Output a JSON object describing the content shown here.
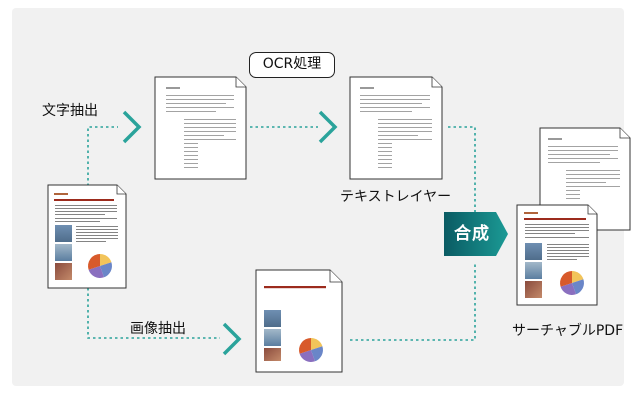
{
  "labels": {
    "text_extraction": "文字抽出",
    "ocr_processing": "OCR処理",
    "text_layer": "テキストレイヤー",
    "image_extraction": "画像抽出",
    "merge": "合成",
    "searchable_pdf": "サーチャブルPDF"
  },
  "colors": {
    "arrow": "#2aa39b",
    "merge_box": "#0d6f73",
    "doc_rule": "#9c2b1d",
    "panel": "#f1f1f1"
  },
  "icons": [
    "document-icon",
    "chevron-arrow-icon",
    "pie-chart-icon",
    "image-thumbnail-icon"
  ]
}
